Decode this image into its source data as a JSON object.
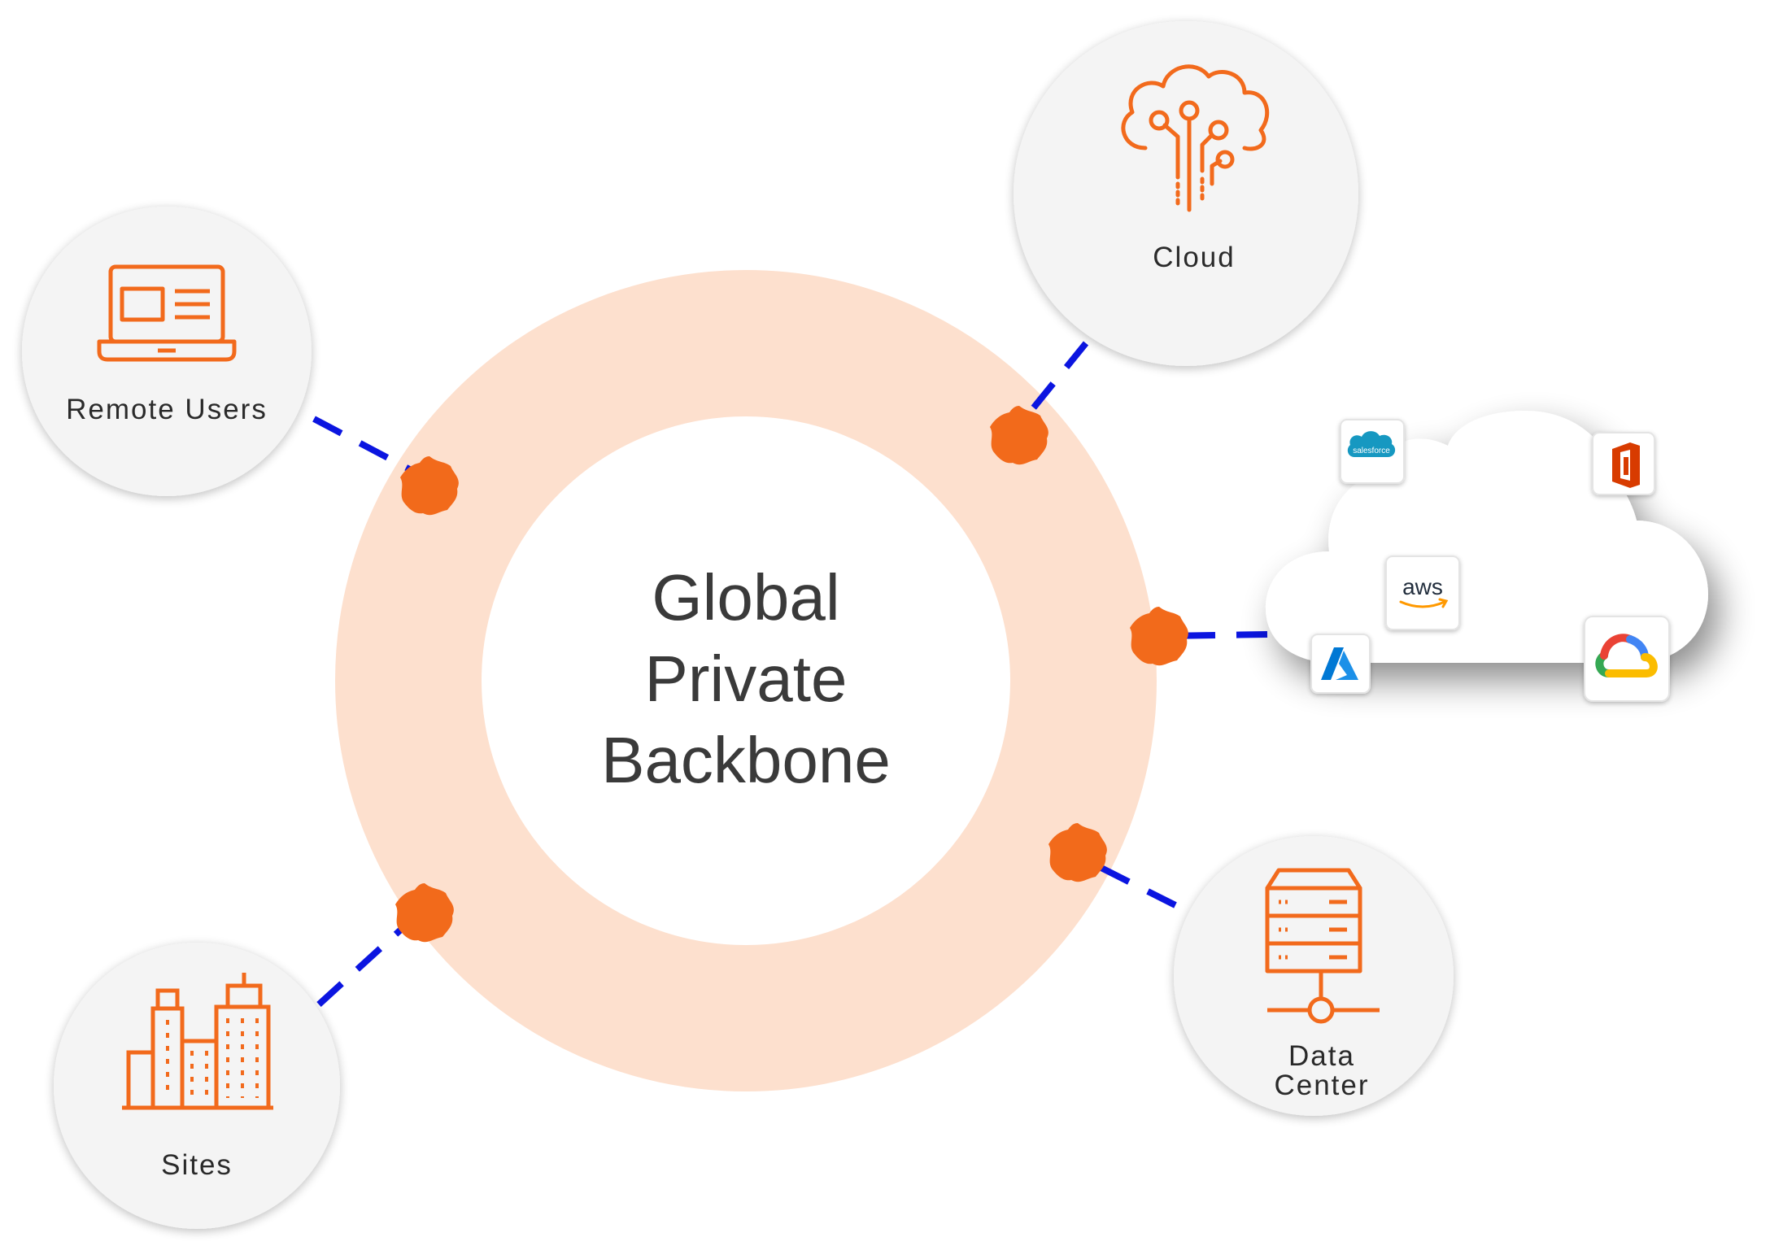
{
  "center": {
    "line1": "Global",
    "line2": "Private",
    "line3": "Backbone"
  },
  "nodes": {
    "remote_users": {
      "label": "Remote Users",
      "icon": "laptop-icon"
    },
    "cloud": {
      "label": "Cloud",
      "icon": "cloud-network-icon"
    },
    "data_center": {
      "label_line1": "Data",
      "label_line2": "Center",
      "icon": "server-icon"
    },
    "sites": {
      "label": "Sites",
      "icon": "buildings-icon"
    }
  },
  "cloud_apps": {
    "salesforce": "salesforce",
    "aws": "aws",
    "office": "office-icon",
    "azure": "azure-icon",
    "google_cloud": "google-cloud-icon"
  },
  "colors": {
    "accent": "#F26A1B",
    "ring": "#FDE0CE",
    "connector": "#0B15E0",
    "text": "#3A3A3A",
    "node_bg": "#F4F4F4",
    "salesforce": "#1798C1",
    "azure": "#0078D4",
    "office": "#D83B01",
    "aws_orange": "#FF9900"
  }
}
